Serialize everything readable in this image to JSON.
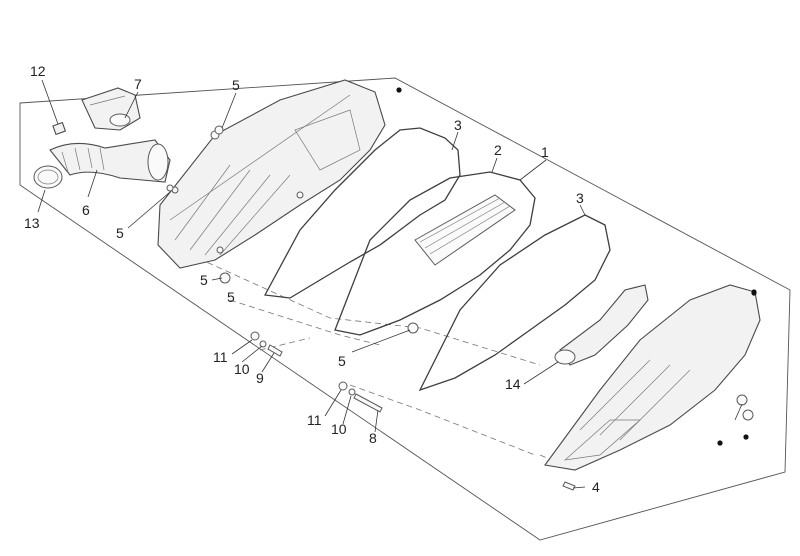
{
  "diagram": {
    "labels": {
      "p1": "1",
      "p2": "2",
      "p3a": "3",
      "p3b": "3",
      "p4": "4",
      "p5a": "5",
      "p5b": "5",
      "p5c": "5",
      "p5d": "5",
      "p5e": "5",
      "p6": "6",
      "p7": "7",
      "p8": "8",
      "p9": "9",
      "p10a": "10",
      "p10b": "10",
      "p11a": "11",
      "p11b": "11",
      "p12": "12",
      "p13": "13",
      "p14": "14"
    }
  }
}
